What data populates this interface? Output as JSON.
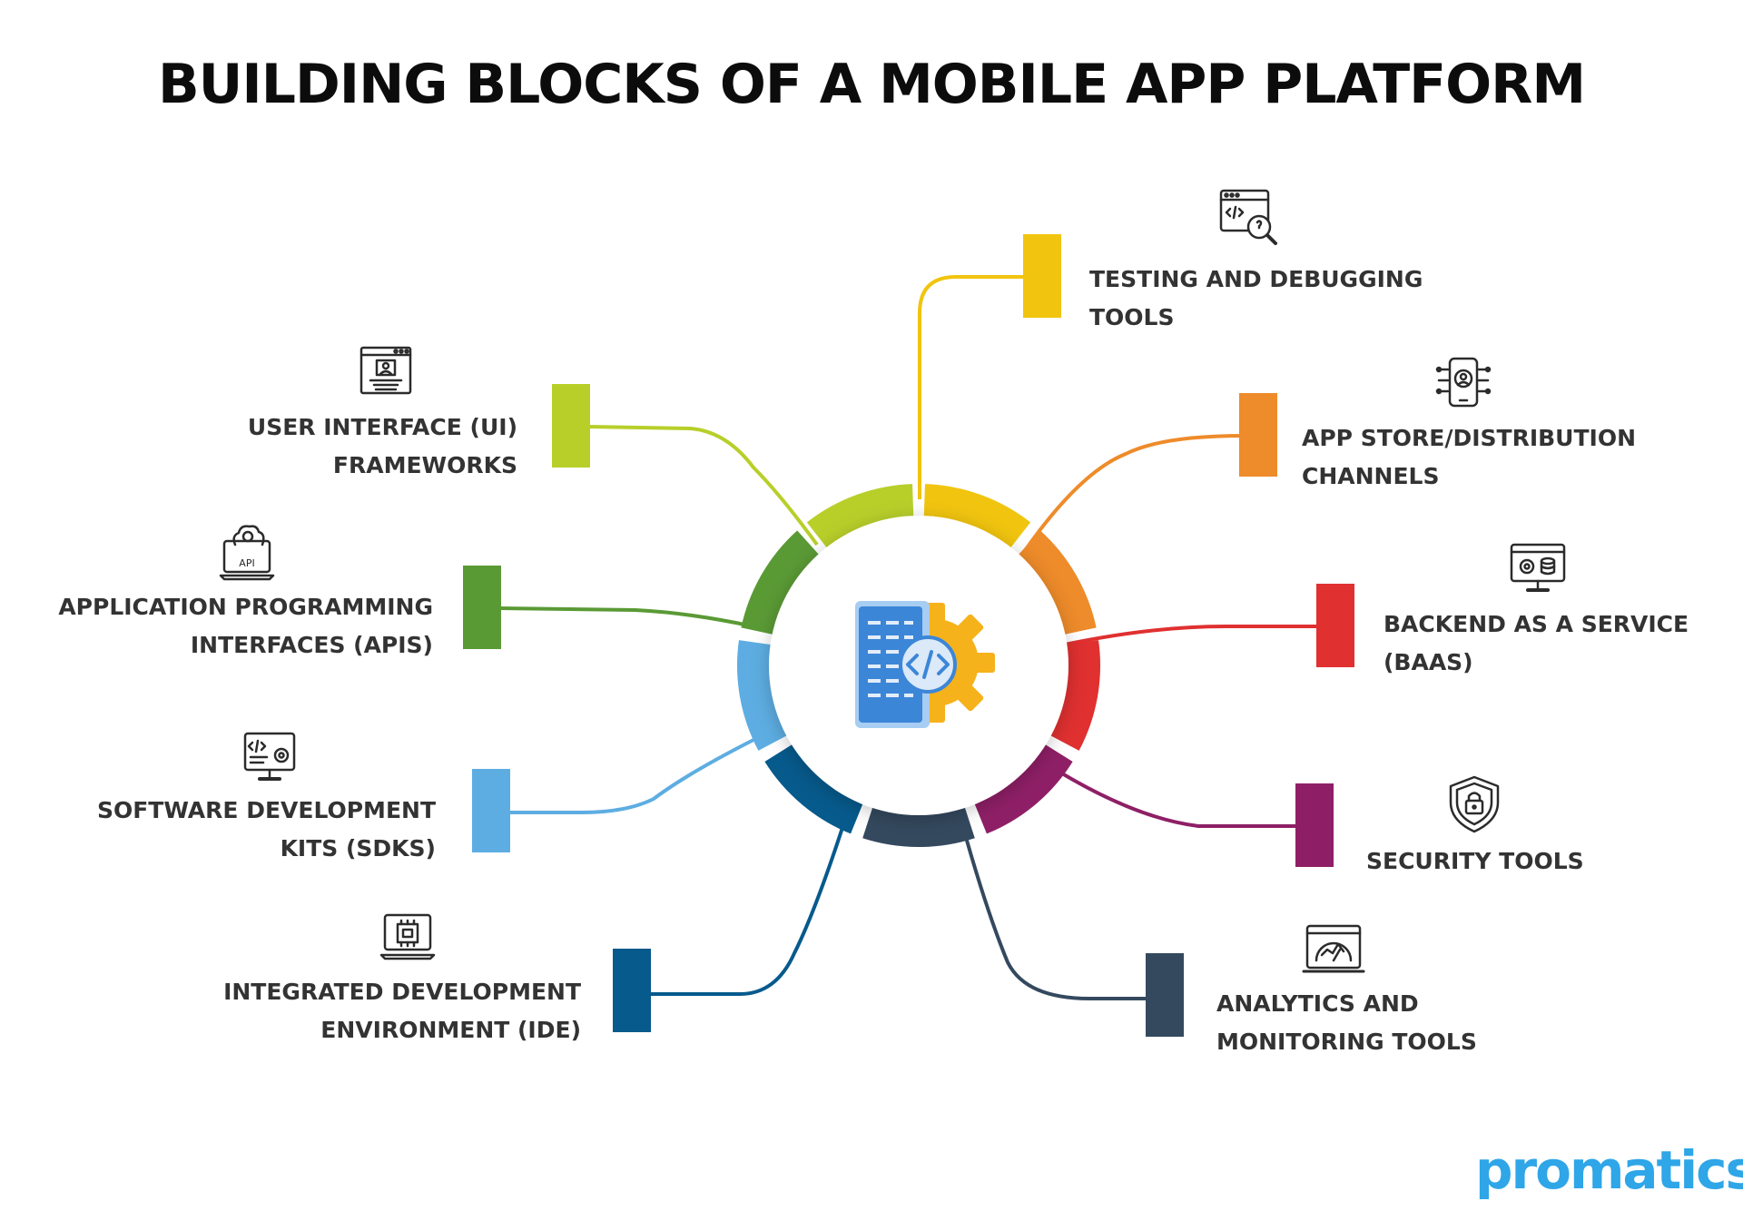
{
  "title": "BUILDING BLOCKS OF A MOBILE APP PLATFORM",
  "logo": "promatics",
  "blocks": [
    {
      "id": "testing",
      "lines": [
        "TESTING AND DEBUGGING",
        "TOOLS"
      ],
      "color": "#f1c40f",
      "icon": "code-magnifier-icon"
    },
    {
      "id": "appstore",
      "lines": [
        "APP STORE/DISTRIBUTION",
        "CHANNELS"
      ],
      "color": "#ee8b2a",
      "icon": "smartphone-user-icon"
    },
    {
      "id": "baas",
      "lines": [
        "BACKEND AS A SERVICE",
        "(BAAS)"
      ],
      "color": "#e03030",
      "icon": "monitor-database-icon"
    },
    {
      "id": "security",
      "lines": [
        "SECURITY TOOLS"
      ],
      "color": "#8e1f66",
      "icon": "shield-lock-icon"
    },
    {
      "id": "analytics",
      "lines": [
        "ANALYTICS AND",
        "MONITORING TOOLS"
      ],
      "color": "#34495e",
      "icon": "dashboard-gauge-icon"
    },
    {
      "id": "ide",
      "lines": [
        "INTEGRATED DEVELOPMENT",
        "ENVIRONMENT (IDE)"
      ],
      "color": "#065a8c",
      "icon": "laptop-chip-icon"
    },
    {
      "id": "sdk",
      "lines": [
        "SOFTWARE DEVELOPMENT",
        "KITS (SDKS)"
      ],
      "color": "#5dade2",
      "icon": "monitor-code-gear-icon"
    },
    {
      "id": "api",
      "lines": [
        "APPLICATION PROGRAMMING",
        "INTERFACES (APIS)"
      ],
      "color": "#5a9a35",
      "icon": "laptop-cloud-api-icon"
    },
    {
      "id": "ui",
      "lines": [
        "USER INTERFACE (UI)",
        "FRAMEWORKS"
      ],
      "color": "#b8cf2a",
      "icon": "browser-window-icon"
    }
  ],
  "center_icon": "mobile-code-gear-icon",
  "api_icon_text": "API"
}
